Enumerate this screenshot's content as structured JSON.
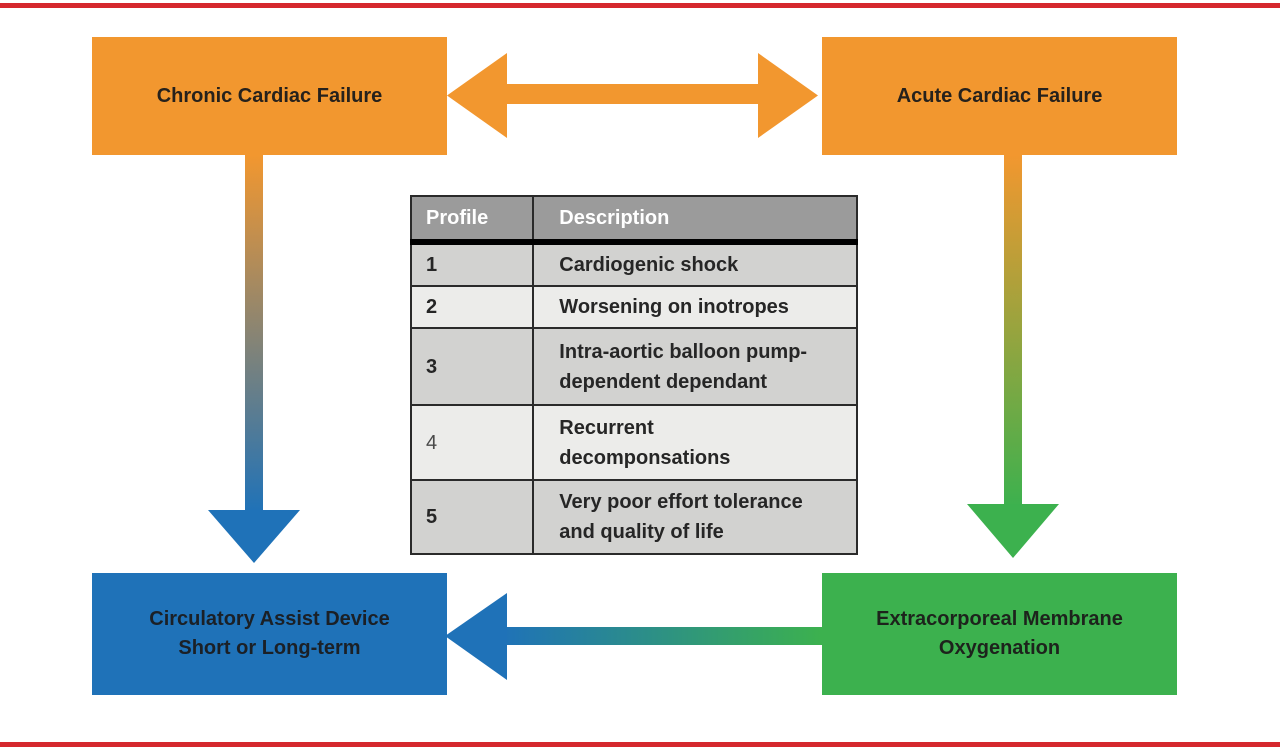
{
  "diagram": {
    "nodes": [
      {
        "id": "chronic",
        "label": "Chronic Cardiac Failure",
        "color": "#f2972f"
      },
      {
        "id": "acute",
        "label": "Acute Cardiac Failure",
        "color": "#f2972f"
      },
      {
        "id": "cad",
        "label": "Circulatory Assist Device\nShort or Long-term",
        "color": "#1f72b8"
      },
      {
        "id": "ecmo",
        "label": "Extracorporeal Membrane\nOxygenation",
        "color": "#3cb14e"
      }
    ],
    "arrows": [
      {
        "name": "chronic-acute-bidirectional",
        "from": "Chronic Cardiac Failure",
        "to": "Acute Cardiac Failure",
        "style": "double-headed",
        "colors": [
          "#f2972f"
        ]
      },
      {
        "name": "chronic-to-cad",
        "from": "Chronic Cardiac Failure",
        "to": "Circulatory Assist Device Short or Long-term",
        "style": "down",
        "colors": [
          "#f2972f",
          "#1f72b8"
        ]
      },
      {
        "name": "acute-to-ecmo",
        "from": "Acute Cardiac Failure",
        "to": "Extracorporeal Membrane Oxygenation",
        "style": "down",
        "colors": [
          "#f2972f",
          "#3cb14e"
        ]
      },
      {
        "name": "ecmo-to-cad",
        "from": "Extracorporeal Membrane Oxygenation",
        "to": "Circulatory Assist Device Short or Long-term",
        "style": "left",
        "colors": [
          "#3cb14e",
          "#1f72b8"
        ]
      }
    ]
  },
  "table": {
    "headers": [
      "Profile",
      "Description"
    ],
    "rows": [
      {
        "profile": "1",
        "description": "Cardiogenic shock"
      },
      {
        "profile": "2",
        "description": "Worsening on inotropes"
      },
      {
        "profile": "3",
        "description": "Intra-aortic balloon pump-\ndependent dependant"
      },
      {
        "profile": "4",
        "description": "Recurrent\ndecomponsations"
      },
      {
        "profile": "5",
        "description": "Very poor effort tolerance\nand quality of life"
      }
    ]
  },
  "colors": {
    "orange": "#f2972f",
    "blue": "#1f72b8",
    "green": "#3cb14e",
    "red_rule": "#d5282e",
    "table_header_bg": "#9b9b9b",
    "row_dark": "#d2d2d0",
    "row_light": "#ececea"
  }
}
